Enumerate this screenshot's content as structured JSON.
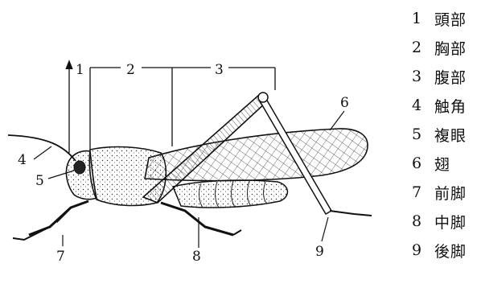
{
  "diagram": {
    "callouts": [
      {
        "id": "1",
        "text": "1"
      },
      {
        "id": "2",
        "text": "2"
      },
      {
        "id": "3",
        "text": "3"
      },
      {
        "id": "4",
        "text": "4"
      },
      {
        "id": "5",
        "text": "5"
      },
      {
        "id": "6",
        "text": "6"
      },
      {
        "id": "7",
        "text": "7"
      },
      {
        "id": "8",
        "text": "8"
      },
      {
        "id": "9",
        "text": "9"
      }
    ],
    "legend": [
      {
        "num": "1",
        "name": "頭部"
      },
      {
        "num": "2",
        "name": "胸部"
      },
      {
        "num": "3",
        "name": "腹部"
      },
      {
        "num": "4",
        "name": "触角"
      },
      {
        "num": "5",
        "name": "複眼"
      },
      {
        "num": "6",
        "name": "翅"
      },
      {
        "num": "7",
        "name": "前脚"
      },
      {
        "num": "8",
        "name": "中脚"
      },
      {
        "num": "9",
        "name": "後脚"
      }
    ]
  }
}
